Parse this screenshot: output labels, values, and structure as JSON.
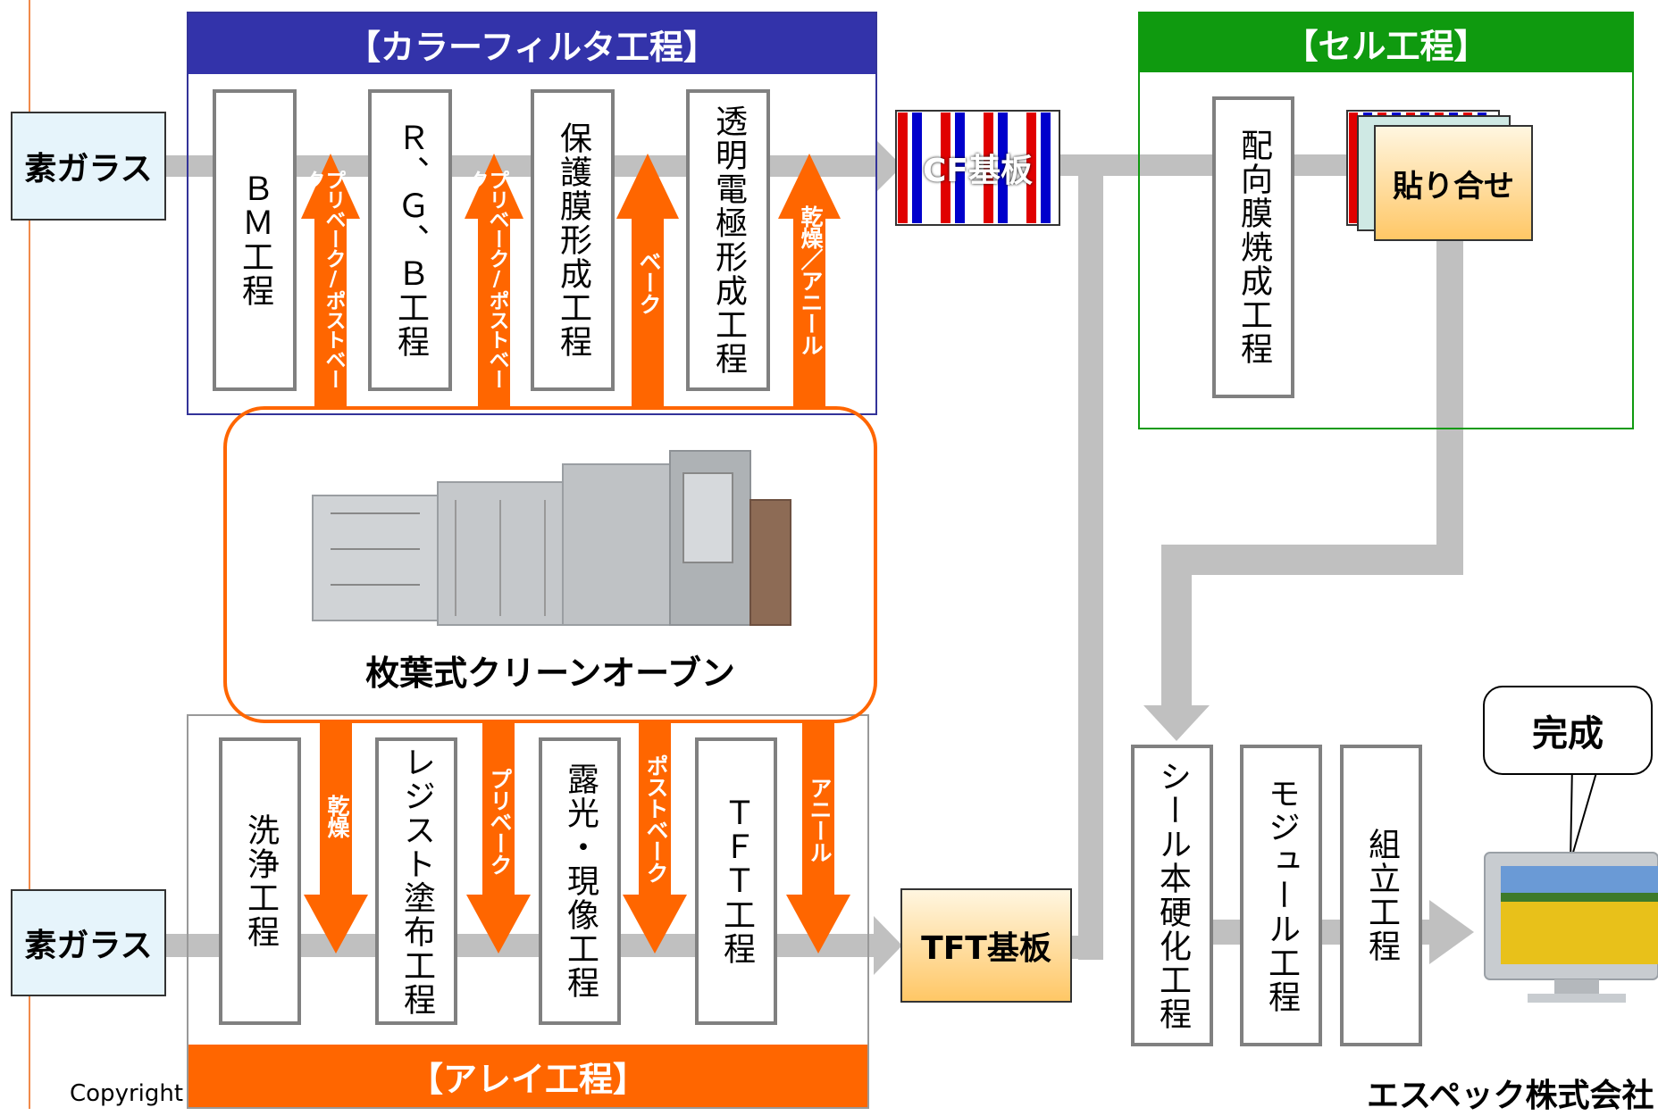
{
  "groups": {
    "color_filter": "【カラーフィルタ工程】",
    "cell": "【セル工程】",
    "array": "【アレイ工程】"
  },
  "raw_glass": {
    "top": "素ガラス",
    "bottom": "素ガラス"
  },
  "cf_steps": [
    "ＢＭ工程",
    "Ｒ、Ｇ、Ｂ工程",
    "保護膜形成工程",
    "透明電極形成工程"
  ],
  "cf_arrows": [
    "プリベーク/ポストベーク",
    "プリベーク/ポストベーク",
    "ベーク",
    "乾燥／アニール"
  ],
  "array_steps": [
    "洗浄工程",
    "レジスト塗布工程",
    "露光・現像工程",
    "ＴＦＴ工程"
  ],
  "array_arrows": [
    "乾燥",
    "プリベーク",
    "ポストベーク",
    "アニール"
  ],
  "cf_substrate": "CF基板",
  "tft_substrate": "TFT基板",
  "cell_step": "配向膜焼成工程",
  "bonding": "貼り合せ",
  "oven": {
    "name": "枚葉式クリーンオーブン",
    "icon": "clean-oven-image"
  },
  "final_steps": [
    "シール本硬化工程",
    "モジュール工程",
    "組立工程"
  ],
  "callout": "完成",
  "tv_icon": "lcd-tv-image",
  "footer": {
    "copyright": "Copyright",
    "company": "エスペック株式会社"
  },
  "colors": {
    "cf_header": "#3333aa",
    "cell_header": "#0f9a0f",
    "array_header": "#ff6600",
    "oven_arrow": "#ff6600",
    "flow_arrow": "#c0c0c0",
    "substrate_fill": "#ffd37a",
    "glass_fill": "#e6f4fb"
  }
}
